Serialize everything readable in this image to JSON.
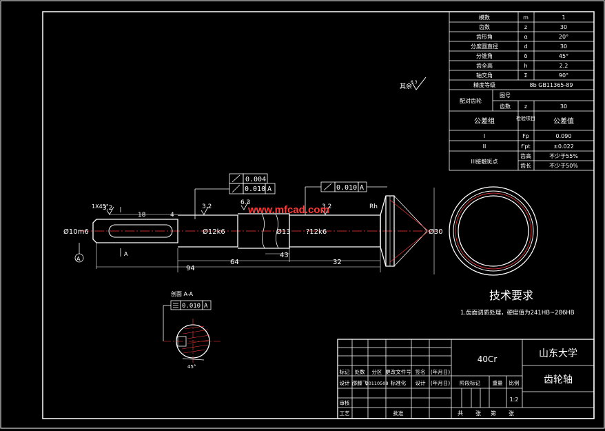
{
  "params_table": {
    "rows": [
      {
        "name": "模数",
        "symbol": "m",
        "value": "1"
      },
      {
        "name": "齿数",
        "symbol": "z",
        "value": "30"
      },
      {
        "name": "齿形角",
        "symbol": "α",
        "value": "20°"
      },
      {
        "name": "分度圆直径",
        "symbol": "d",
        "value": "30"
      },
      {
        "name": "分锥角",
        "symbol": "δ",
        "value": "45°"
      },
      {
        "name": "齿全高",
        "symbol": "h",
        "value": "2.2"
      },
      {
        "name": "轴交角",
        "symbol": "Σ",
        "value": "90°"
      }
    ],
    "accuracy_label": "精度等级",
    "accuracy_value": "8b GB11365-89",
    "mating_label": "配对齿轮",
    "mating_sub1": "图号",
    "mating_sub2": "齿数",
    "mating_sub2_symbol": "z",
    "mating_sub2_value": "30",
    "tol_group_label": "公差组",
    "check_item_label": "检验项目",
    "tol_value_label": "公差值",
    "tol_rows": [
      {
        "group": "I",
        "item": "Fp",
        "value": "0.090"
      },
      {
        "group": "II",
        "item": "f'pt",
        "value": "±0.022"
      }
    ],
    "contact_label": "III接触斑点",
    "contact_rows": [
      {
        "item": "齿高",
        "value": "不少于55%"
      },
      {
        "item": "齿长",
        "value": "不少于50%"
      }
    ]
  },
  "drawing": {
    "rest_roughness": "其余",
    "roughness_values": [
      "3.2",
      "6.3",
      "3.2",
      "3.2"
    ],
    "roughness_rest": "6.3",
    "gdt_runout_1": "0.004",
    "gdt_runout_2": "0.010",
    "gdt_datum": "A",
    "gdt_runout_3": "0.010",
    "chamfer": "1X45°",
    "dim_18": "18",
    "dim_4": "4",
    "dia_10": "Ø10m6",
    "dia_12": "Ø12k6",
    "dia_13": "Ø13",
    "dia_12b": "?12k6",
    "dia_30": "Ø30",
    "dim_94": "94",
    "dim_64": "64",
    "dim_43": "43",
    "dim_32": "32",
    "rh_label": "Rh",
    "section_mark": "A",
    "datum_circle": "A",
    "watermark": "www.mfcad.com",
    "section_title": "剖面 A-A",
    "sym_tol": "0.010",
    "sym_datum": "A",
    "sec_angle": "45°"
  },
  "tech_req": {
    "title": "技术要求",
    "item1": "1.齿面调质处理，硬度值为241HB~286HB"
  },
  "title_block": {
    "material": "40Cr",
    "school": "山东大学",
    "part_name": "齿轮轴",
    "header_cells": [
      "标记",
      "处数",
      "分区",
      "更改文件号",
      "签名",
      "(年月日)"
    ],
    "design_label": "设计",
    "designer": "邵滕飞",
    "date_code": "20110508",
    "std_label": "标准化",
    "design2": "设计",
    "ymd": "(年月日)",
    "stage_label": "阶段标记",
    "weight_label": "重量",
    "scale_label": "比例",
    "scale_value": "1:2",
    "review_label": "审核",
    "process_label": "工艺",
    "approve_label": "批准",
    "sheet_total_label": "共",
    "sheet_total_unit": "张",
    "sheet_label": "第",
    "sheet_unit": "张"
  }
}
